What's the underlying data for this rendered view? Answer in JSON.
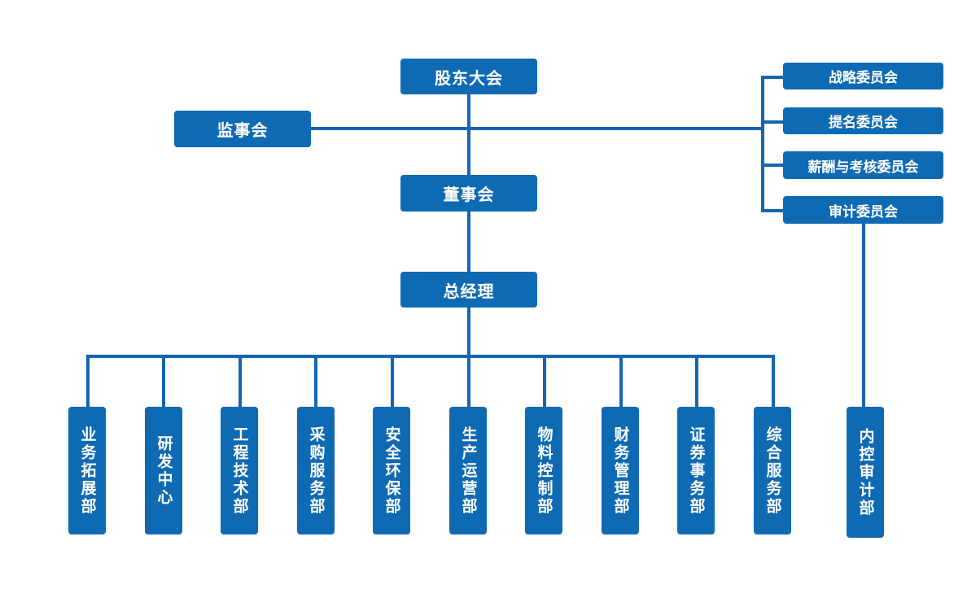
{
  "shareholders": "股东大会",
  "supervisory_board": "监事会",
  "board": "董事会",
  "general_manager": "总经理",
  "committees": [
    "战略委员会",
    "提名委员会",
    "薪酬与考核委员会",
    "审计委员会"
  ],
  "departments": [
    "业务拓展部",
    "研发中心",
    "工程技术部",
    "采购服务部",
    "安全环保部",
    "生产运营部",
    "物料控制部",
    "财务管理部",
    "证券事务部",
    "综合服务部"
  ],
  "audit_dept": "内控审计部",
  "colors": {
    "box": "#0f6ab4",
    "line": "#1565b4",
    "text": "#ffffff"
  }
}
